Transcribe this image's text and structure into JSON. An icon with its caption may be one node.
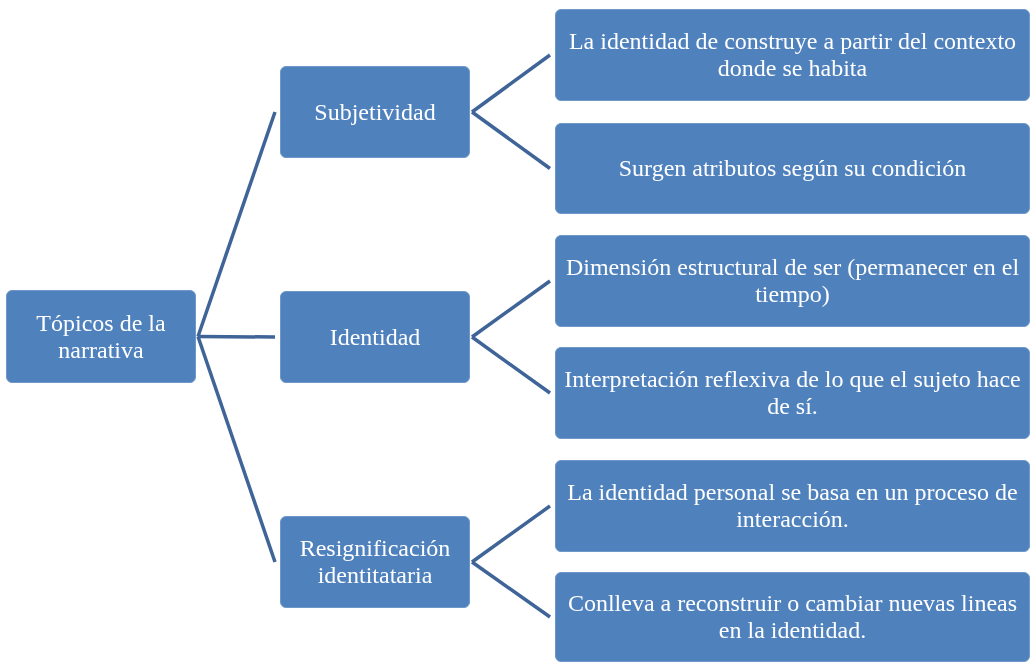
{
  "diagram": {
    "nodes": [
      {
        "text": [
          "Tópicos de la narrativa"
        ]
      },
      {
        "text": [
          "Subjetividad"
        ]
      },
      {
        "text": [
          "Identidad"
        ]
      },
      {
        "text": [
          "Resignificación identitataria"
        ]
      },
      {
        "text": [
          "La identidad de construye a partir del contexto donde se habita"
        ]
      },
      {
        "text": [
          "Surgen atributos según su condición"
        ]
      },
      {
        "text": [
          "Dimensión estructural de ser (permanecer en el tiempo)"
        ]
      },
      {
        "text": [
          "Interpretación reflexiva de lo que el sujeto hace de sí."
        ]
      },
      {
        "text": [
          "La identidad personal se basa en un proceso de interacción."
        ]
      },
      {
        "text": [
          "Conlleva a reconstruir o cambiar nuevas lineas en la identidad."
        ]
      }
    ],
    "edges": [
      {
        "from": 0,
        "to": 1,
        "arrow": "none"
      },
      {
        "from": 0,
        "to": 2,
        "arrow": "none"
      },
      {
        "from": 0,
        "to": 3,
        "arrow": "none"
      },
      {
        "from": 1,
        "to": 4,
        "arrow": "none"
      },
      {
        "from": 1,
        "to": 5,
        "arrow": "none"
      },
      {
        "from": 2,
        "to": 6,
        "arrow": "none"
      },
      {
        "from": 2,
        "to": 7,
        "arrow": "none"
      },
      {
        "from": 3,
        "to": 8,
        "arrow": "none"
      },
      {
        "from": 3,
        "to": 9,
        "arrow": "none"
      }
    ]
  }
}
